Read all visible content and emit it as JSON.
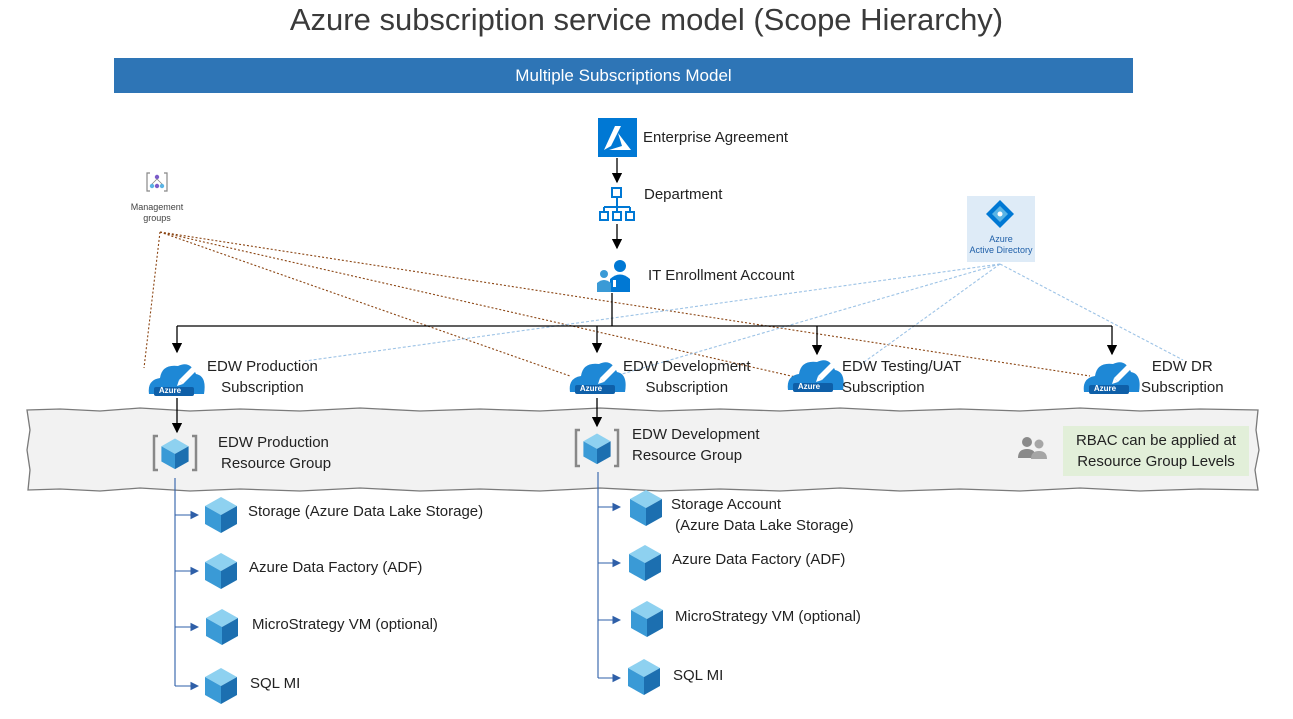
{
  "title": "Azure subscription service model (Scope Hierarchy)",
  "banner": "Multiple Subscriptions Model",
  "hierarchy": {
    "enterprise_agreement": "Enterprise Agreement",
    "department": "Department",
    "enrollment_account": "IT Enrollment Account"
  },
  "management_groups": {
    "line1": "Management",
    "line2": "groups"
  },
  "active_directory": {
    "line1": "Azure",
    "line2": "Active Directory"
  },
  "subscriptions": [
    {
      "line1": "EDW Production",
      "line2": "Subscription"
    },
    {
      "line1": "EDW Development",
      "line2": "Subscription"
    },
    {
      "line1": "EDW Testing/UAT",
      "line2": "Subscription"
    },
    {
      "line1": "EDW DR",
      "line2": "Subscription"
    }
  ],
  "azure_badge": "Azure",
  "resource_groups": [
    {
      "line1": "EDW Production",
      "line2": "Resource Group",
      "resources": [
        {
          "line1": "Storage (Azure Data Lake Storage)",
          "line2": ""
        },
        {
          "line1": "Azure Data Factory (ADF)",
          "line2": ""
        },
        {
          "line1": "MicroStrategy VM (optional)",
          "line2": ""
        },
        {
          "line1": "SQL MI",
          "line2": ""
        }
      ]
    },
    {
      "line1": "EDW Development",
      "line2": "Resource Group",
      "resources": [
        {
          "line1": "Storage Account",
          "line2": " (Azure Data Lake Storage)"
        },
        {
          "line1": "Azure Data Factory (ADF)",
          "line2": ""
        },
        {
          "line1": "MicroStrategy VM (optional)",
          "line2": ""
        },
        {
          "line1": "SQL MI",
          "line2": ""
        }
      ]
    }
  ],
  "rbac_note": {
    "line1": "RBAC can be applied at",
    "line2": "Resource Group Levels"
  },
  "icons": {
    "azure_logo": "azure-logo-icon",
    "department": "org-chart-icon",
    "enrollment": "users-icon",
    "subscription": "azure-subscription-cloud-icon",
    "resource_group": "resource-group-icon",
    "resource": "cube-icon",
    "rbac": "people-icon",
    "management_groups": "management-groups-icon",
    "active_directory": "active-directory-icon"
  },
  "colors": {
    "banner": "#2e75b6",
    "azure_blue": "#0078d4",
    "mgmt_line": "#8b4513",
    "aad_line": "#9dc3e6",
    "rbac_bg": "#e2efd9"
  }
}
